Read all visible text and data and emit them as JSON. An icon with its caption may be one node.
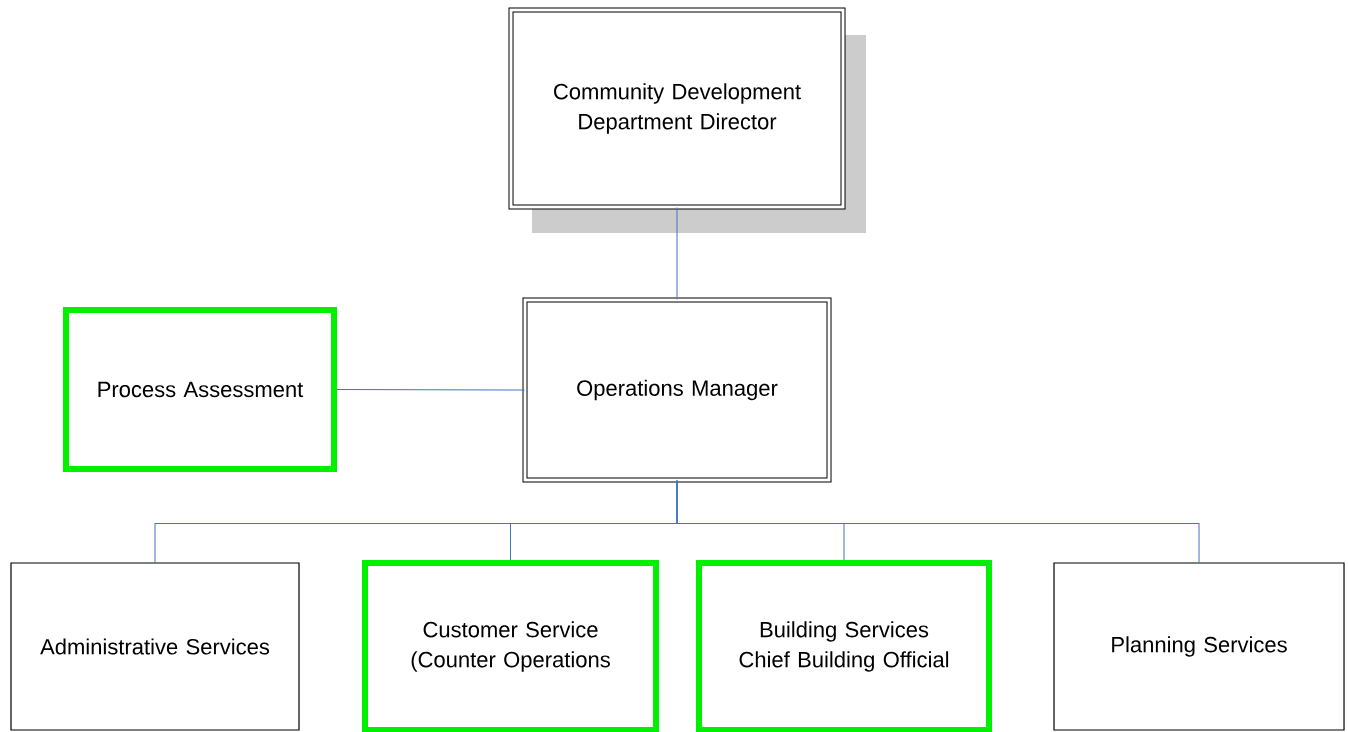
{
  "diagram": {
    "nodes": [
      {
        "text": [
          "Community Development Department Director"
        ]
      },
      {
        "text": [
          "Operations Manager"
        ]
      },
      {
        "text": [
          "Process Assessment"
        ]
      },
      {
        "text": [
          "Administrative Services"
        ]
      },
      {
        "text": [
          "Customer Service (Counter Operations"
        ]
      },
      {
        "text": [
          "Building Services Chief Building Official"
        ]
      },
      {
        "text": [
          "Planning Services"
        ]
      }
    ],
    "edges": [
      {
        "from": 0,
        "to": 1,
        "arrow": "none"
      },
      {
        "from": 2,
        "to": 1,
        "arrow": "none"
      },
      {
        "from": 1,
        "to": 3,
        "arrow": "none"
      },
      {
        "from": 1,
        "to": 4,
        "arrow": "none"
      },
      {
        "from": 1,
        "to": 5,
        "arrow": "none"
      },
      {
        "from": 1,
        "to": 6,
        "arrow": "none"
      }
    ]
  }
}
